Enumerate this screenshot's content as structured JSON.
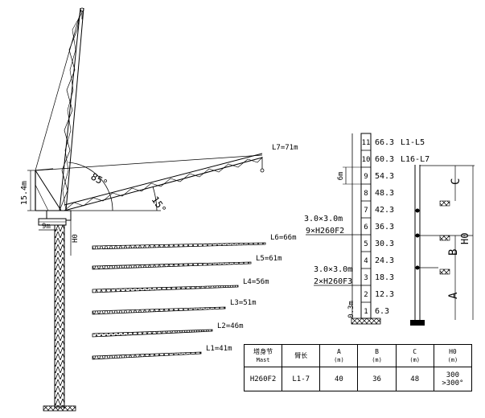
{
  "crane": {
    "height_label": "15.4m",
    "jib_length_label": "L7=71m",
    "luff_angle_label": "85°",
    "min_angle_label": "15°",
    "counterjib_label": "9m",
    "h0_label": "H0"
  },
  "jib_options": [
    {
      "label": "L6=66m"
    },
    {
      "label": "L5=61m"
    },
    {
      "label": "L4=56m"
    },
    {
      "label": "L3=51m"
    },
    {
      "label": "L2=46m"
    },
    {
      "label": "L1=41m"
    }
  ],
  "mast": {
    "sections": [
      {
        "index": "11",
        "height": "66.3"
      },
      {
        "index": "10",
        "height": "60.3"
      },
      {
        "index": "9",
        "height": "54.3"
      },
      {
        "index": "8",
        "height": "48.3"
      },
      {
        "index": "7",
        "height": "42.3"
      },
      {
        "index": "6",
        "height": "36.3"
      },
      {
        "index": "5",
        "height": "30.3"
      },
      {
        "index": "4",
        "height": "24.3"
      },
      {
        "index": "3",
        "height": "18.3"
      },
      {
        "index": "2",
        "height": "12.3"
      },
      {
        "index": "1",
        "height": "6.3"
      }
    ],
    "range_top": "L1-L5",
    "range_second": "L16-L7",
    "section_height": "6m",
    "base_height": "0.3m",
    "upper_size": "3.0×3.0m",
    "upper_count": "9×H260F2",
    "lower_size": "3.0×3.0m",
    "lower_count": "2×H260F3"
  },
  "tie_diagram": {
    "label_c": "C",
    "label_b": "B",
    "label_a": "A",
    "label_h0": "H0"
  },
  "table": {
    "headers": [
      {
        "main": "塔身节",
        "sub": "Mast"
      },
      {
        "main": "臂长",
        "sub": ""
      },
      {
        "main": "A",
        "sub": "(m)"
      },
      {
        "main": "B",
        "sub": "(m)"
      },
      {
        "main": "C",
        "sub": "(m)"
      },
      {
        "main": "H0",
        "sub": "(m)"
      }
    ],
    "row": {
      "mast": "H260F2",
      "jib": "L1-7",
      "a": "40",
      "b": "36",
      "c": "48",
      "h0_1": "300",
      "h0_2": ">300°"
    }
  }
}
